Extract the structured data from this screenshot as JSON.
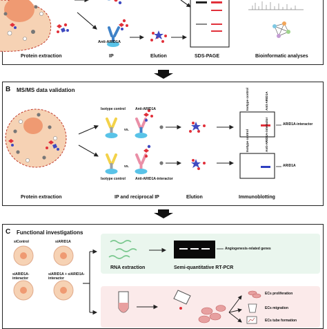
{
  "panelA": {
    "labels": {
      "protein_extraction": "Protein extraction",
      "ip": "IP",
      "anti_arid1a": "Anti-ARID1A",
      "elution": "Elution",
      "sds_page": "SDS-PAGE",
      "bioinformatic": "Bioinformatic analyses"
    }
  },
  "panelB": {
    "letter": "B",
    "title": "MS/MS data validation",
    "labels": {
      "isotype_control_top": "Isotype control",
      "vs_top": "vs.",
      "anti_arid1a_top": "Anti-ARID1A",
      "isotype_control_bottom": "Isotype control",
      "vs_bottom": "vs.",
      "anti_interactor_bottom": "Anti-ARID1A-interactor",
      "protein_extraction": "Protein extraction",
      "ip_reciprocal": "IP and reciprocal IP",
      "elution": "Elution",
      "immunoblotting": "Immunoblotting",
      "blot1_col1": "Isotype control",
      "blot1_col2": "Anti-ARID1A",
      "blot1_side": "ARID1A-interactor",
      "blot2_col1": "Isotype control",
      "blot2_col2": "Anti-ARID1A-interactor",
      "blot2_side": "ARID1A"
    }
  },
  "panelC": {
    "letter": "C",
    "title": "Functional investigations",
    "labels": {
      "sicontrol": "siControl",
      "siarid1a": "siARID1A",
      "siinteractor": "siARID1A-interactor",
      "sicombo": "siARID1A + siARID1A-interactor",
      "rna_extraction": "RNA extraction",
      "semiq": "Semi-quantitative RT-PCR",
      "angio_genes": "Angiogenesis-related genes",
      "ecs_proliferation": "ECs proliferation",
      "ecs_migration": "ECs migration",
      "ecs_tube": "ECs tube formation"
    }
  },
  "colors": {
    "cell_fill": "#f6d2b4",
    "nucleus": "#ef9a72",
    "antibody_blue": "#3f82c8",
    "antibody_yellow": "#f3d24a",
    "antibody_pink": "#ea8fa7",
    "bead": "#59c3e8",
    "red_band": "#e1303a",
    "blue_band": "#2e3fc0",
    "rna_green": "#7bc88f",
    "functional_bg": "#fbeaea",
    "rna_bg": "#eaf6ee"
  }
}
